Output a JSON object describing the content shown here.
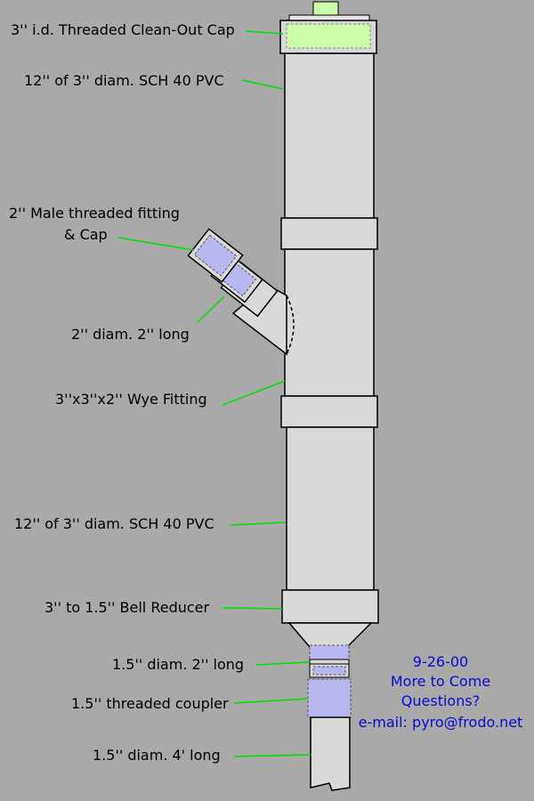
{
  "labels": {
    "cleanout_cap": "3'' i.d. Threaded Clean-Out Cap",
    "pvc_top": "12'' of 3'' diam. SCH 40 PVC",
    "male_fitting_line1": "2'' Male threaded fitting",
    "male_fitting_line2": "& Cap",
    "short_2in": "2'' diam. 2'' long",
    "wye": "3''x3''x2'' Wye Fitting",
    "pvc_bottom": "12'' of 3'' diam. SCH 40 PVC",
    "bell_reducer": "3'' to 1.5'' Bell Reducer",
    "short_15in": "1.5'' diam. 2'' long",
    "coupler": "1.5'' threaded coupler",
    "pipe_4ft": "1.5'' diam. 4' long"
  },
  "info": {
    "date": "9-26-00",
    "more": "More to Come",
    "questions": "Questions?",
    "email": "e-mail: pyro@frodo.net"
  },
  "colors": {
    "background": "#a9a9a9",
    "pipe": "#d9d9d9",
    "leader": "#00e000",
    "highlight_blue": "#b8b8f0",
    "cap_green": "#ccffaa",
    "info_text": "#0a0ad0"
  }
}
